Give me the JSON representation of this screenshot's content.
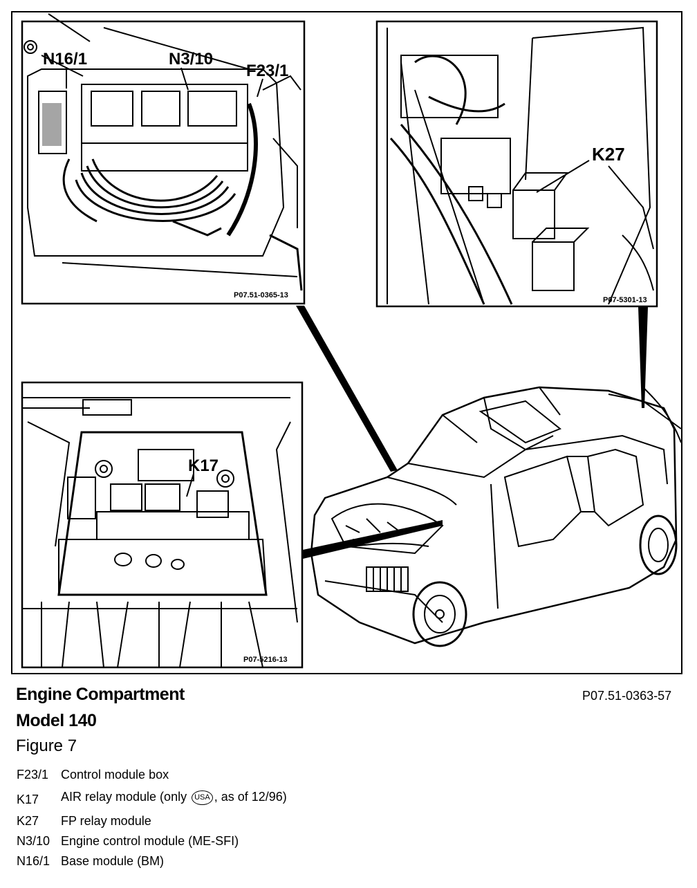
{
  "panels": {
    "top_left": {
      "labels": [
        "N16/1",
        "N3/10",
        "F23/1"
      ],
      "ref": "P07.51-0365-13"
    },
    "top_right": {
      "labels": [
        "K27"
      ],
      "ref": "P07-5301-13"
    },
    "bottom_left": {
      "labels": [
        "K17"
      ],
      "ref": "P07-5216-13"
    }
  },
  "caption": {
    "title": "Engine Compartment",
    "model": "Model 140",
    "figure": "Figure 7",
    "reference": "P07.51-0363-57"
  },
  "legend": [
    {
      "code": "F23/1",
      "description": "Control module box"
    },
    {
      "code": "K17",
      "description_pre": "AIR relay module (only",
      "badge": "USA",
      "description_post": ", as of 12/96)"
    },
    {
      "code": "K27",
      "description": "FP relay module"
    },
    {
      "code": "N3/10",
      "description": "Engine control module (ME-SFI)"
    },
    {
      "code": "N16/1",
      "description": "Base module (BM)"
    }
  ]
}
